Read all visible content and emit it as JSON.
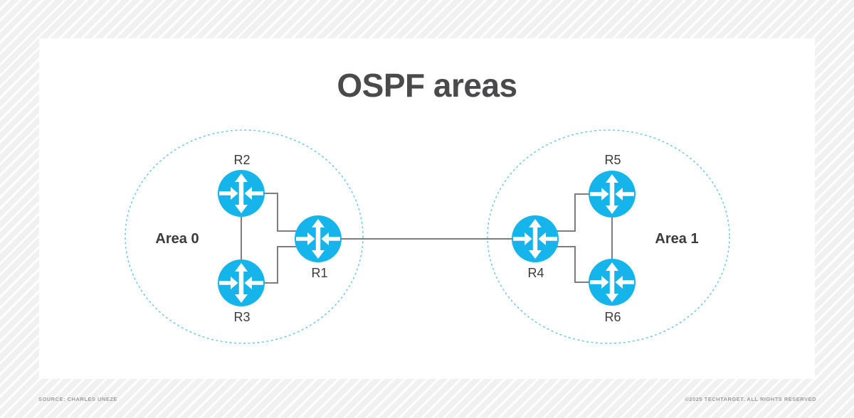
{
  "title": "OSPF areas",
  "diagram": {
    "areas": [
      {
        "name": "Area 0"
      },
      {
        "name": "Area 1"
      }
    ],
    "routers": [
      {
        "label": "R1"
      },
      {
        "label": "R2"
      },
      {
        "label": "R3"
      },
      {
        "label": "R4"
      },
      {
        "label": "R5"
      },
      {
        "label": "R6"
      }
    ],
    "links": [
      "R2-R3",
      "R2-R1",
      "R3-R1",
      "R1-R4",
      "R4-R5",
      "R4-R6",
      "R5-R6"
    ]
  },
  "footer": {
    "source": "SOURCE: CHARLES UNEZE",
    "copyright": "©2025 TECHTARGET. ALL RIGHTS RESERVED"
  },
  "colors": {
    "router_fill": "#15b5eb",
    "area_outline": "#62c6ee",
    "link_line": "#7b7d80",
    "title_text": "#4a4a4c",
    "label_text": "#3b3b3d",
    "footer_text": "#9b9da0",
    "card_background": "#ffffff",
    "stripe_background": "#f1f1f2"
  }
}
